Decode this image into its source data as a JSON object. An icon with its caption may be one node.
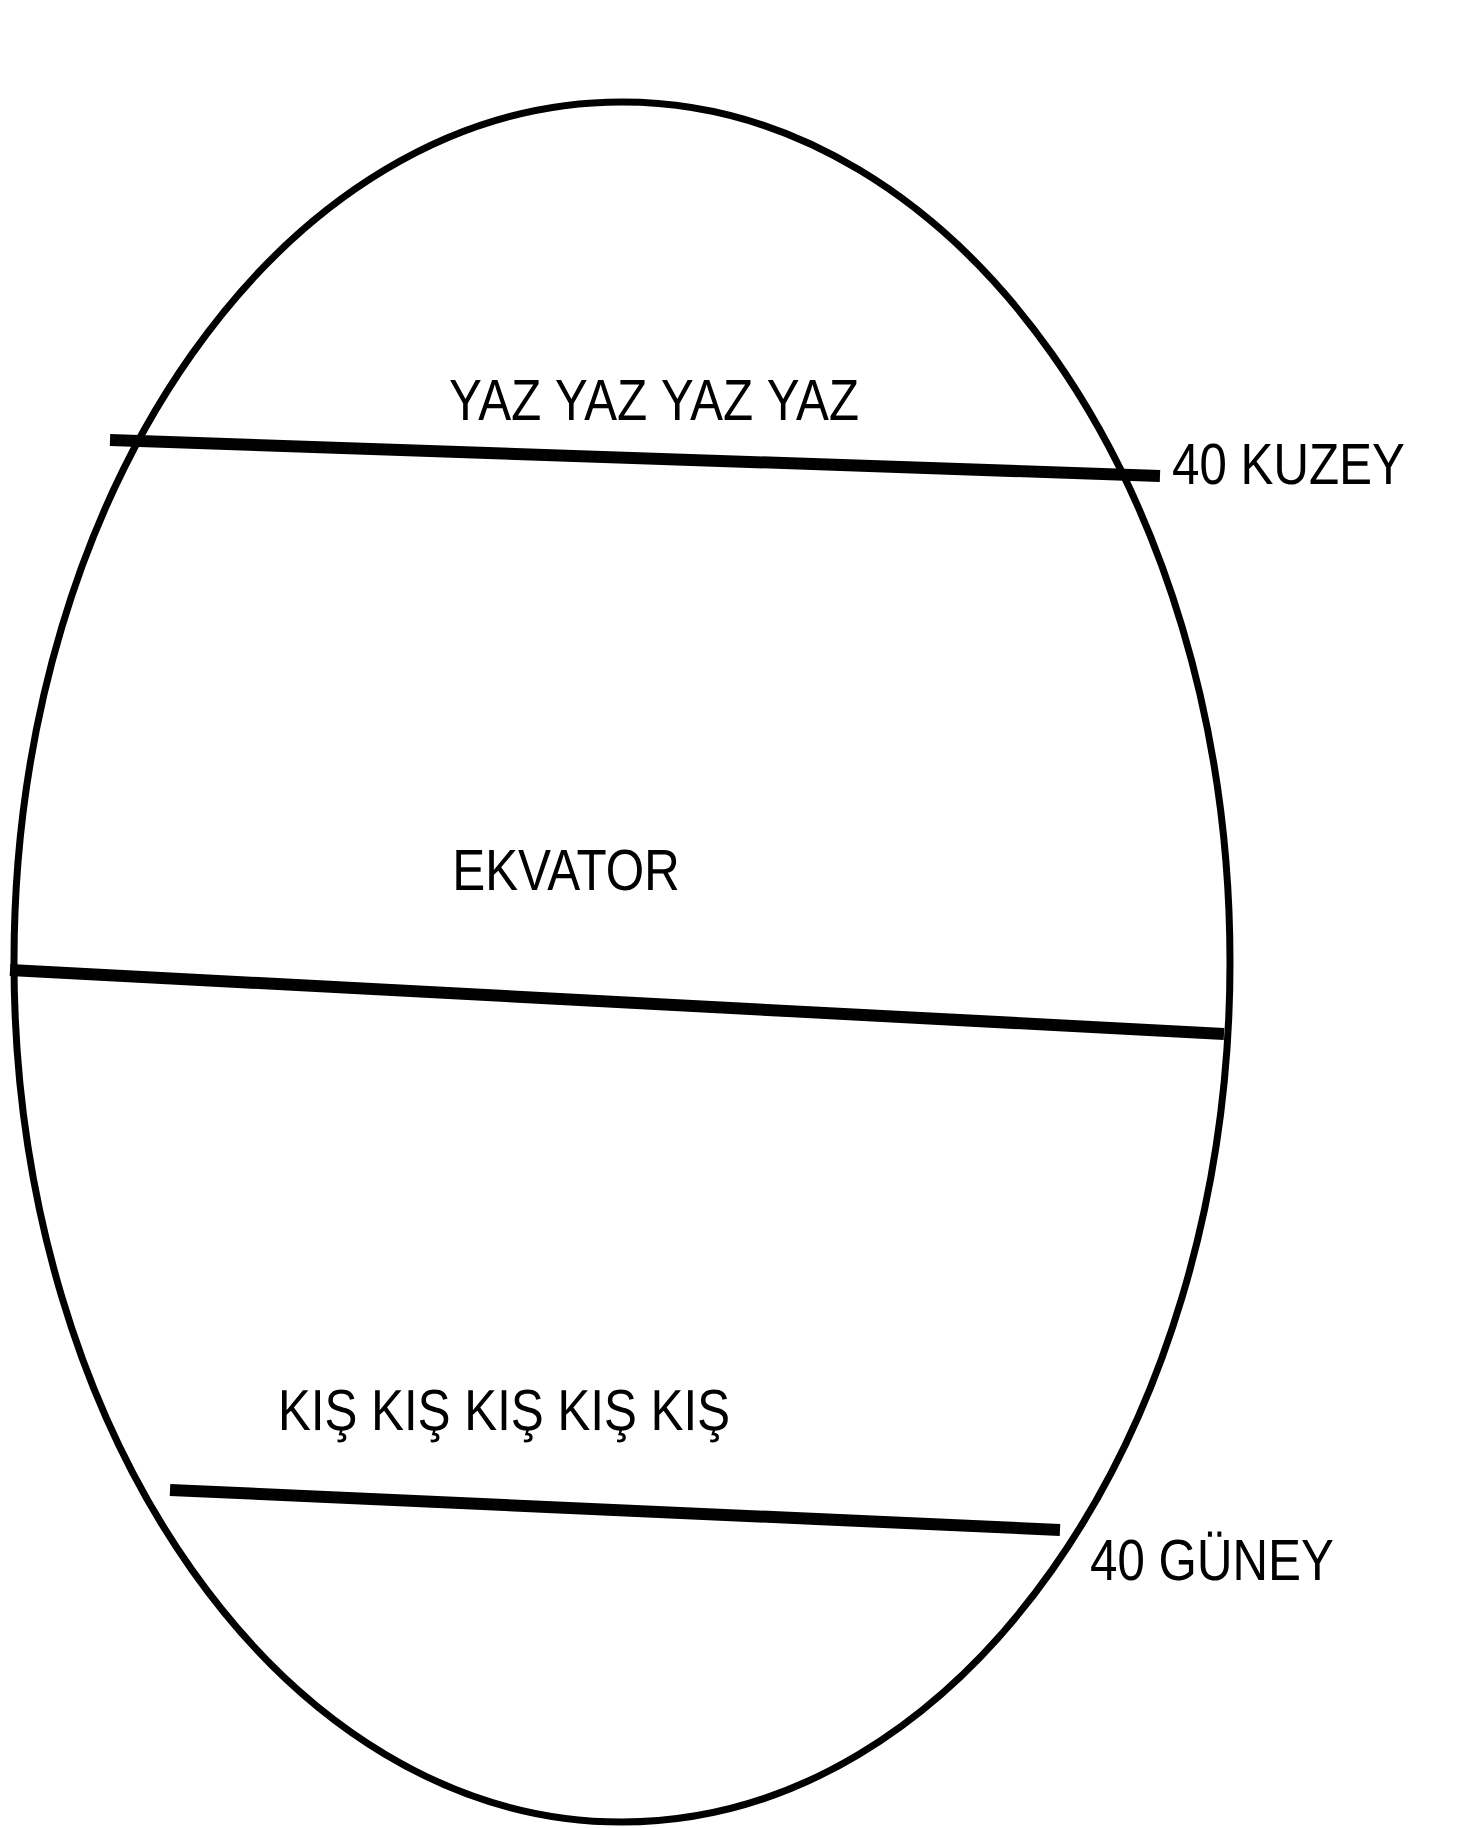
{
  "diagram": {
    "labels": [
      "YAZ YAZ YAZ YAZ",
      "40 KUZEY",
      "EKVATOR",
      "KIŞ KIŞ KIŞ KIŞ KIŞ",
      "40 GÜNEY"
    ]
  }
}
